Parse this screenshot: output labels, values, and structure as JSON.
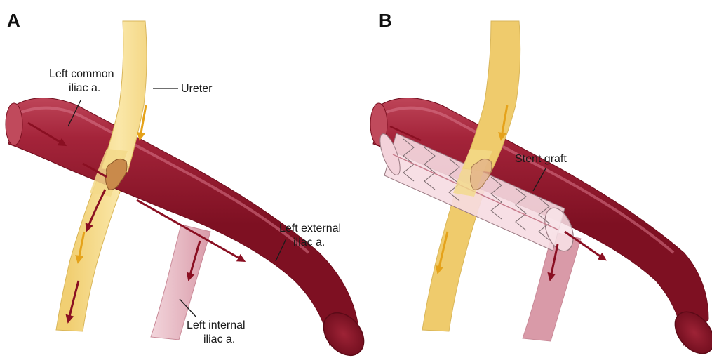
{
  "panels": [
    {
      "letter": "A",
      "labels": {
        "common_iliac_line1": "Left common",
        "common_iliac_line2": "iliac a.",
        "ureter": "Ureter",
        "external_iliac_line1": "Left external",
        "external_iliac_line2": "iliac a.",
        "internal_iliac_line1": "Left internal",
        "internal_iliac_line2": "iliac a."
      }
    },
    {
      "letter": "B",
      "labels": {
        "stent_graft": "Stent graft"
      }
    }
  ],
  "colors": {
    "artery": "#9b1b30",
    "artery_light": "#d56a7a",
    "internal_artery": "#f0cfd6",
    "ureter": "#f5dc90",
    "ureter_arrow": "#e5a21a",
    "blood_arrow": "#8a0f22",
    "fistula": "#c98a4b",
    "stent": "#f6dce2"
  }
}
